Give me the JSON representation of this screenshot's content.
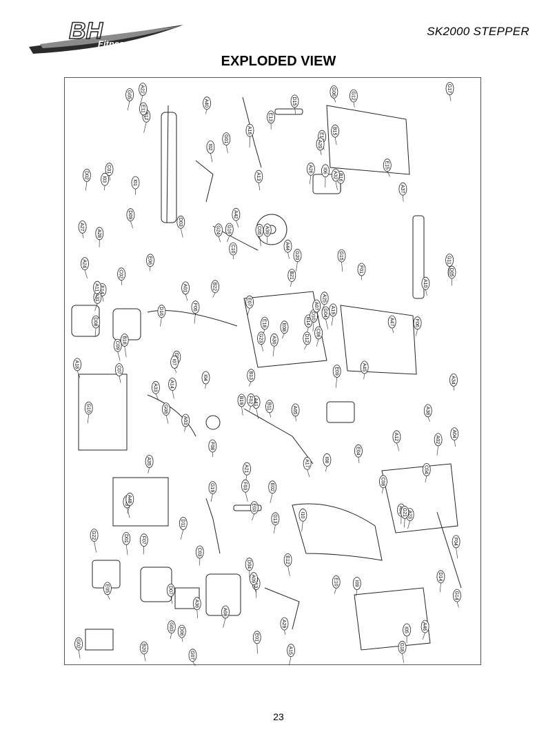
{
  "header": {
    "brand_mark": "BH",
    "brand_sub": "Fitness",
    "model": "SK2000 STEPPER"
  },
  "page_title": "EXPLODED VIEW",
  "page_number": "23",
  "colors": {
    "ink": "#000000",
    "logo_dark": "#2b2b2b",
    "logo_mid": "#8a8a8a"
  },
  "part_labels": [
    "B11",
    "B13",
    "B14",
    "B15",
    "B16",
    "B17",
    "B18",
    "B19",
    "B20",
    "B21",
    "B22",
    "D07",
    "D10",
    "D09",
    "D08",
    "D05",
    "D04",
    "D03",
    "D11",
    "D14",
    "D15",
    "D16",
    "D06",
    "D12",
    "D13",
    "D01",
    "D02",
    "E10",
    "E11",
    "E12",
    "E13",
    "E14",
    "E15",
    "E17",
    "E18",
    "E03",
    "E04",
    "E05",
    "E06",
    "E07",
    "E08",
    "E09",
    "E01",
    "E02",
    "A15",
    "A16",
    "A19",
    "A30",
    "A31",
    "A32",
    "A33",
    "A34",
    "A35",
    "A36",
    "A37",
    "A38",
    "A39",
    "A40",
    "A41",
    "A42",
    "A43",
    "A44",
    "A45",
    "A46",
    "A47",
    "A48",
    "A01",
    "A02",
    "A03",
    "A04",
    "A05",
    "A06",
    "A07",
    "A08",
    "A09",
    "A10",
    "A11",
    "A12",
    "A13",
    "A14",
    "A17",
    "A18",
    "A20",
    "A21",
    "A22",
    "A23",
    "A24",
    "A25",
    "A26",
    "A27",
    "A28",
    "A29",
    "C01",
    "C02",
    "C03",
    "C04",
    "C05",
    "C06",
    "C07",
    "C08",
    "C09",
    "C10",
    "F01",
    "F02",
    "F03",
    "F04",
    "F05",
    "F06",
    "F07",
    "F08",
    "G01",
    "G02",
    "G03",
    "G04",
    "G05",
    "G06",
    "G07",
    "G08",
    "G09",
    "G10",
    "G11",
    "G12",
    "G13",
    "G14",
    "G15",
    "G16",
    "G17",
    "G18",
    "G19",
    "G20",
    "G21",
    "G22",
    "G23",
    "G24",
    "I01",
    "I02",
    "I03",
    "I04",
    "I05",
    "I06",
    "I07",
    "I08",
    "I09",
    "I10"
  ]
}
